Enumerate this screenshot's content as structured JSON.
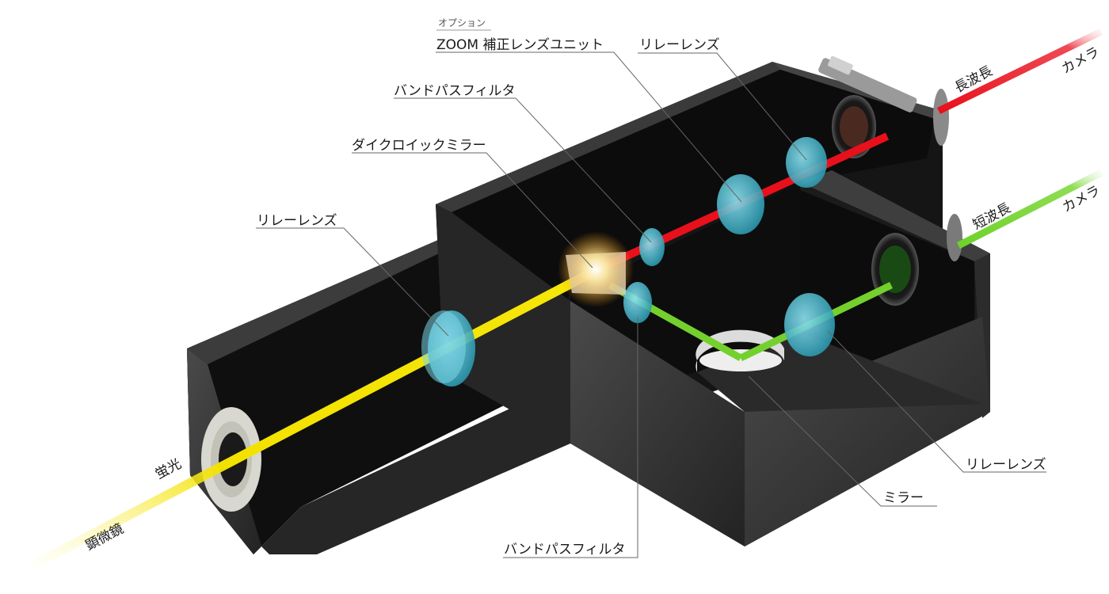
{
  "labels": {
    "option": "オプション",
    "zoom_unit": "ZOOM 補正レンズユニット",
    "relay_lens_top": "リレーレンズ",
    "bandpass_top": "バンドパスフィルタ",
    "dichroic": "ダイクロイックミラー",
    "relay_lens_left": "リレーレンズ",
    "relay_lens_right": "リレーレンズ",
    "mirror": "ミラー",
    "bandpass_bottom": "バンドパスフィルタ",
    "fluorescence": "蛍光",
    "microscope": "顕微鏡",
    "long_wave": "長波長",
    "camera_top": "カメラ",
    "short_wave": "短波長",
    "camera_bottom": "カメラ"
  },
  "colors": {
    "fluorescence_beam": "#f5e600",
    "long_wave_beam": "#e8101a",
    "short_wave_beam": "#6fd22a",
    "lens": "#4fc3d9",
    "housing": "#2b2b2b"
  }
}
